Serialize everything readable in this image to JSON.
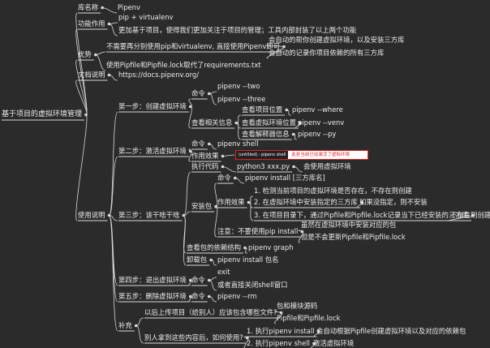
{
  "root": "基于项目的虚拟环境管理",
  "nodes": {
    "name": "库名称",
    "name_val": "Pipenv",
    "func": "功能作用",
    "func_1": "pip + virtualenv",
    "func_2": "更加基于项目，使得我们更加关注于项目的管理；工具内部封装了以上两个功能",
    "adv": "优势",
    "adv_1": "不需要再分别使用pip和virtualenv, 直接使用Pipenv即可",
    "adv_1a": "会自动的帮你创建虚拟环境，以及安装三方库",
    "adv_1b": "会自动的记录你项目依赖的所有三方库",
    "adv_2": "使用Pipfile和Pipfile.lock取代了requirements.txt",
    "docs": "文档说明",
    "docs_url": "https://docs.pipenv.org/",
    "usage": "使用说明",
    "s1": "第一步：创建虚拟环境",
    "s1_cmd": "命令",
    "s1_two": "pipenv --two",
    "s1_three": "pipenv --three",
    "s1_info": "查看相关信息",
    "s1_where_l": "查看项目位置",
    "s1_where": "pipenv --where",
    "s1_venv_l": "查看虚拟环境位置",
    "s1_venv": "pipenv --venv",
    "s1_py_l": "查看解释器信息",
    "s1_py": "pipenv --py",
    "s2": "第二步：激活虚拟环境",
    "s2_cmd": "命令",
    "s2_shell": "pipenv shell",
    "s2_effect": "作用效果",
    "s2_img_dark": "(untitled) - pipenv shell",
    "s2_img_red": "此处当前已经激活了虚拟环境",
    "s3": "第三步：该干啥干啥",
    "s3_exec": "执行代码",
    "s3_py": "python3 xxx.py",
    "s3_py_note": "会使用虚拟环境",
    "s3_install": "安装包",
    "s3_i_cmd": "命令",
    "s3_i_cmd_val": "pipenv install [三方库名]",
    "s3_i_eff": "作用效果",
    "s3_i_e1": "1. 检测当前项目的虚拟环境是否存在，不存在则创建",
    "s3_i_e2": "2. 在虚拟环境中安装指定的三方库",
    "s3_i_e2b": "如果没指定，则不安装",
    "s3_i_e3": "3. 在项目目录下，通过Pipfile和Pipfile.lock记录当下已经安装的三方库",
    "s3_i_e3b": "不存在则创建",
    "s3_i_note": "注意：不要使用pip install",
    "s3_i_n1": "虽然在虚拟环境中安装对应的包",
    "s3_i_n2": "但是不会更新Pipfile和Pipfile.lock",
    "s3_graph_l": "查看包的依赖结构",
    "s3_graph": "pipenv graph",
    "s3_uninstall_l": "卸载包",
    "s3_uninstall": "pipenv install 包名",
    "s4": "第四步：退出虚拟环境",
    "s4_cmd": "命令",
    "s4_exit": "exit",
    "s4_close": "或者直接关闭shell窗口",
    "s5": "第五步：删除虚拟环境",
    "s5_cmd": "命令",
    "s5_rm": "pipenv --rm",
    "sup": "补充",
    "sup_q1": "以后上传项目（给别人）应该包含哪些文件?",
    "sup_q1a": "包和模块源码",
    "sup_q1b": "Pipfile和Pipfile.lock",
    "sup_q2": "别人拿到这些内容后，如何使用?",
    "sup_q2a": "1. 执行pipenv install",
    "sup_q2a_n": "会自动根据Pipfile创建虚拟环境以及对应的依赖包",
    "sup_q2b": "2. 执行pipenv shell",
    "sup_q2b_n": "激活虚拟环境"
  },
  "colors": {
    "background": "#2b2b2b",
    "text": "#ececec",
    "line": "#d9d9d9",
    "highlight_border": "#dd2222"
  }
}
